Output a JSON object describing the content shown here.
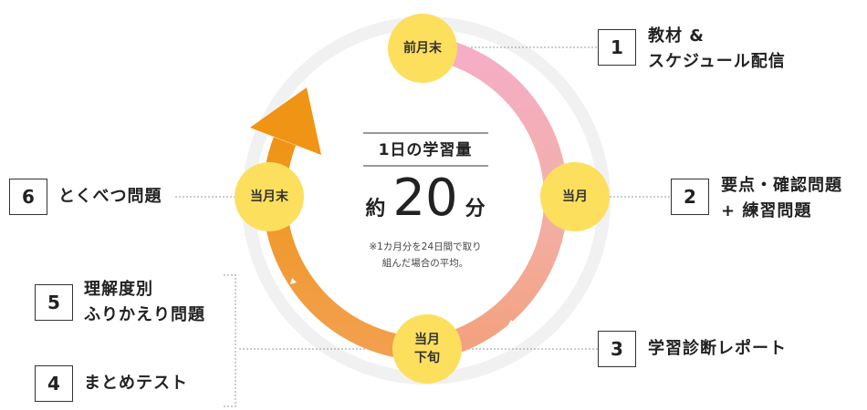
{
  "center": {
    "title": "1日の学習量",
    "prefix": "約",
    "number": "20",
    "unit": "分",
    "note_line1": "※1カ月分を24日間で取り",
    "note_line2": "組んだ場合の平均。"
  },
  "nodes": {
    "prev_month_end": "前月末",
    "this_month": "当月",
    "late_month_line1": "当月",
    "late_month_line2": "下旬",
    "month_end": "当月末"
  },
  "steps": {
    "s1": {
      "num": "1",
      "line1": "教材 &",
      "line2": "スケジュール配信"
    },
    "s2": {
      "num": "2",
      "line1": "要点・確認問題",
      "line2": "+ 練習問題"
    },
    "s3": {
      "num": "3",
      "line1": "学習診断レポート"
    },
    "s4": {
      "num": "4",
      "line1": "まとめテスト"
    },
    "s5": {
      "num": "5",
      "line1": "理解度別",
      "line2": "ふりかえり問題"
    },
    "s6": {
      "num": "6",
      "line1": "とくべつ問題"
    }
  },
  "colors": {
    "node_yellow": "#FDDF5E",
    "arc_pink": "#F3A9C0",
    "arc_orange": "#F2A84A",
    "arrow_orange": "#EF9414"
  }
}
